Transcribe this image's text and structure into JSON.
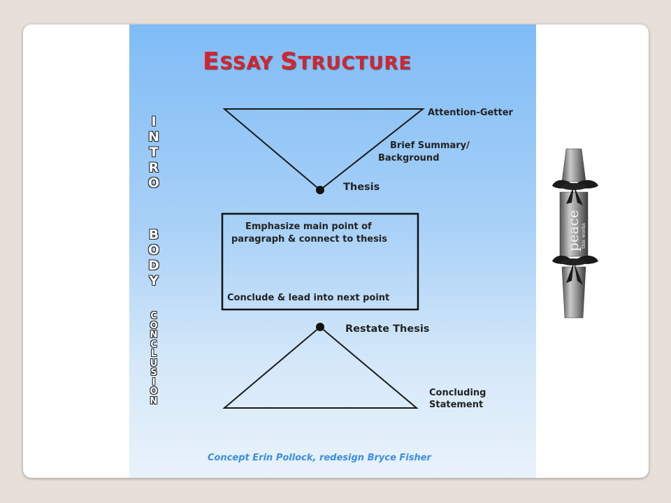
{
  "diagram": {
    "title": {
      "first_big": "E",
      "first_rest": "SSAY ",
      "second_big": "S",
      "second_rest": "TRUCTURE"
    },
    "section_labels": {
      "intro": [
        "I",
        "N",
        "T",
        "R",
        "O"
      ],
      "body": [
        "B",
        "O",
        "D",
        "Y"
      ],
      "conclusion": [
        "C",
        "O",
        "N",
        "C",
        "L",
        "U",
        "S",
        "I",
        "O",
        "N"
      ]
    },
    "intro": {
      "attention": "Attention-Getter",
      "summary_line1": "Brief Summary/",
      "summary_line2": "Background",
      "thesis": "Thesis"
    },
    "body": {
      "top_line1": "Emphasize main point of",
      "top_line2": "paragraph & connect to thesis",
      "bottom": "Conclude & lead into next point"
    },
    "conclusion": {
      "restate": "Restate Thesis",
      "concluding_line1": "Concluding",
      "concluding_line2": "Statement"
    },
    "credit": "Concept Erin Pollock, redesign Bryce Fisher"
  },
  "decoration": {
    "cracker_text": "peace",
    "cracker_subtext": "this works"
  },
  "colors": {
    "title": "#d5242d",
    "credit": "#3a8fe0",
    "background_top": "#7fbcf6",
    "background_bottom": "#e9f2fb"
  }
}
